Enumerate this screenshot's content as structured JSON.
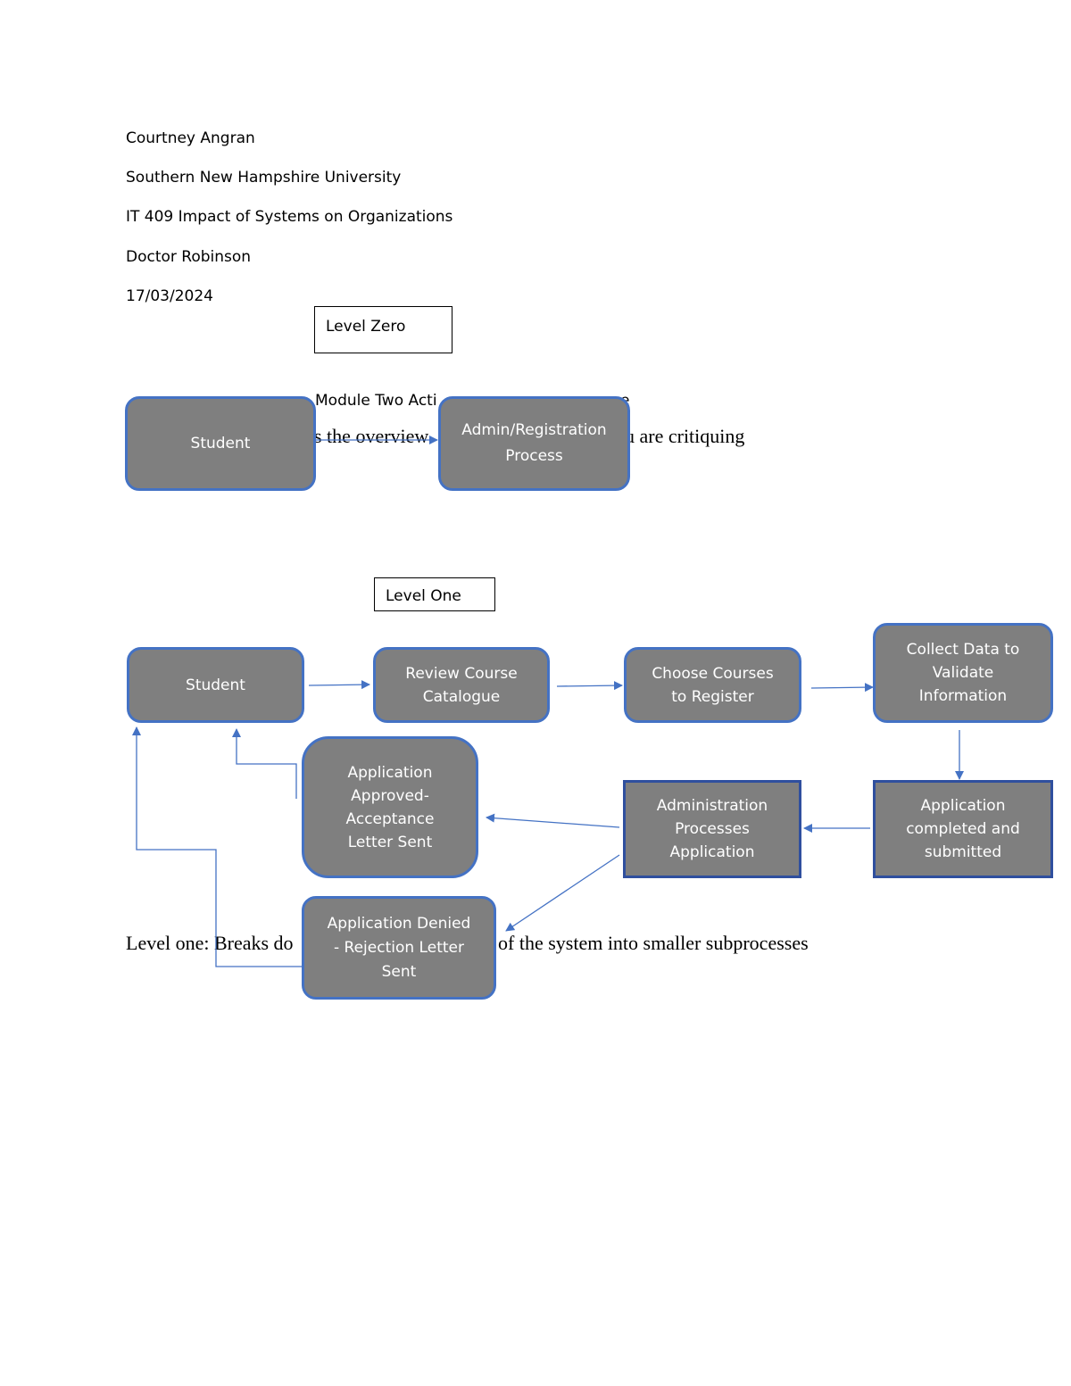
{
  "header": {
    "author": "Courtney Angran",
    "institution": "Southern New Hampshire University",
    "course": "IT 409 Impact of Systems on Organizations",
    "instructor": "Doctor Robinson",
    "date": "17/03/2024"
  },
  "level_zero": {
    "label": "Level  Zero",
    "title_partial": "Module Two Acti",
    "title_tail": "e",
    "desc_left": "s the overview",
    "desc_right": "u are critiquing",
    "nodes": {
      "student": "Student",
      "admin": "Admin/Registration Process"
    }
  },
  "level_one": {
    "label": "Level One",
    "desc_left": "Level one: Breaks do",
    "desc_right": "of the system into smaller subprocesses",
    "nodes": {
      "student": "Student",
      "review": "Review Course Catalogue",
      "choose": "Choose Courses to Register",
      "collect": "Collect Data to Validate Information",
      "completed": "Application completed and submitted",
      "admin_processes": "Administration Processes Application",
      "approved": "Application Approved- Acceptance Letter Sent",
      "denied": "Application Denied - Rejection Letter Sent"
    }
  },
  "colors": {
    "node_fill": "#7f7f7f",
    "node_border": "#4472c4",
    "arrow": "#4472c4"
  }
}
